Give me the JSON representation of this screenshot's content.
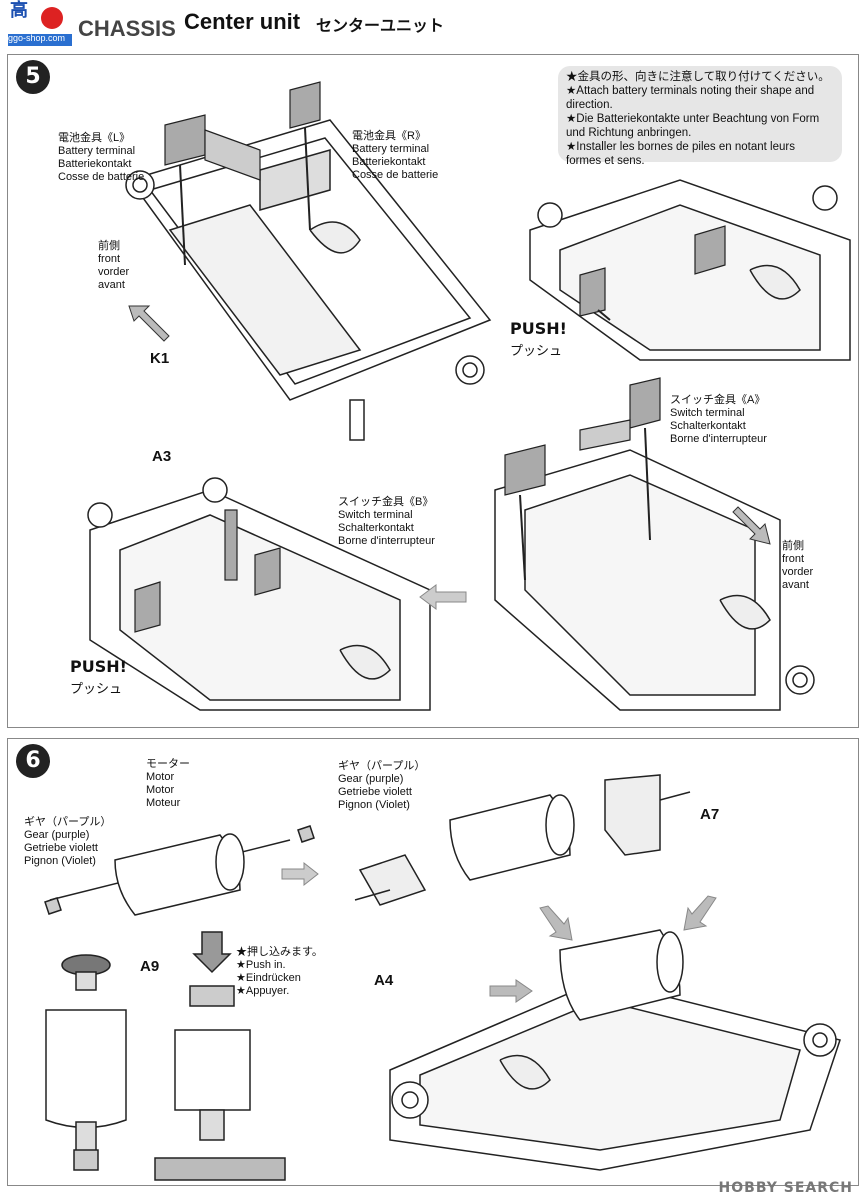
{
  "header": {
    "logo_text": "高",
    "logo_sub": "ggo-shop.com",
    "chassis": "CHASSIS",
    "title": "Center unit",
    "title_jp": "センターユニット"
  },
  "step5": {
    "number": "5",
    "note": [
      "★金具の形、向きに注意して取り付けてください。",
      "★Attach battery terminals noting their shape and",
      "direction.",
      "★Die Batteriekontakte unter Beachtung von Form",
      "und Richtung anbringen.",
      "★Installer les bornes de piles en notant leurs",
      "formes et sens."
    ],
    "battery_left": [
      "電池金具《L》",
      "Battery terminal",
      "Batteriekontakt",
      "Cosse de batterie"
    ],
    "battery_right": [
      "電池金具《R》",
      "Battery terminal",
      "Batteriekontakt",
      "Cosse de batterie"
    ],
    "front_1": [
      "前側",
      "front",
      "vorder",
      "avant"
    ],
    "k1": "K1",
    "push_1": "PUSH!",
    "push_jp_1": "プッシュ",
    "switch_a": [
      "スイッチ金具《A》",
      "Switch terminal",
      "Schalterkontakt",
      "Borne d'interrupteur"
    ],
    "switch_b": [
      "スイッチ金具《B》",
      "Switch terminal",
      "Schalterkontakt",
      "Borne d'interrupteur"
    ],
    "a3": "A3",
    "front_2": [
      "前側",
      "front",
      "vorder",
      "avant"
    ],
    "push_2": "PUSH!",
    "push_jp_2": "プッシュ"
  },
  "step6": {
    "number": "6",
    "motor": [
      "モーター",
      "Motor",
      "Motor",
      "Moteur"
    ],
    "gear_left": [
      "ギヤ（パープル）",
      "Gear (purple)",
      "Getriebe violett",
      "Pignon (Violet)"
    ],
    "gear_right": [
      "ギヤ（パープル）",
      "Gear (purple)",
      "Getriebe violett",
      "Pignon (Violet)"
    ],
    "a7": "A7",
    "a4": "A4",
    "a9": "A9",
    "push_in": [
      "★押し込みます。",
      "★Push in.",
      "★Eindrücken",
      "★Appuyer."
    ]
  },
  "watermark": "HOBBY SEARCH"
}
